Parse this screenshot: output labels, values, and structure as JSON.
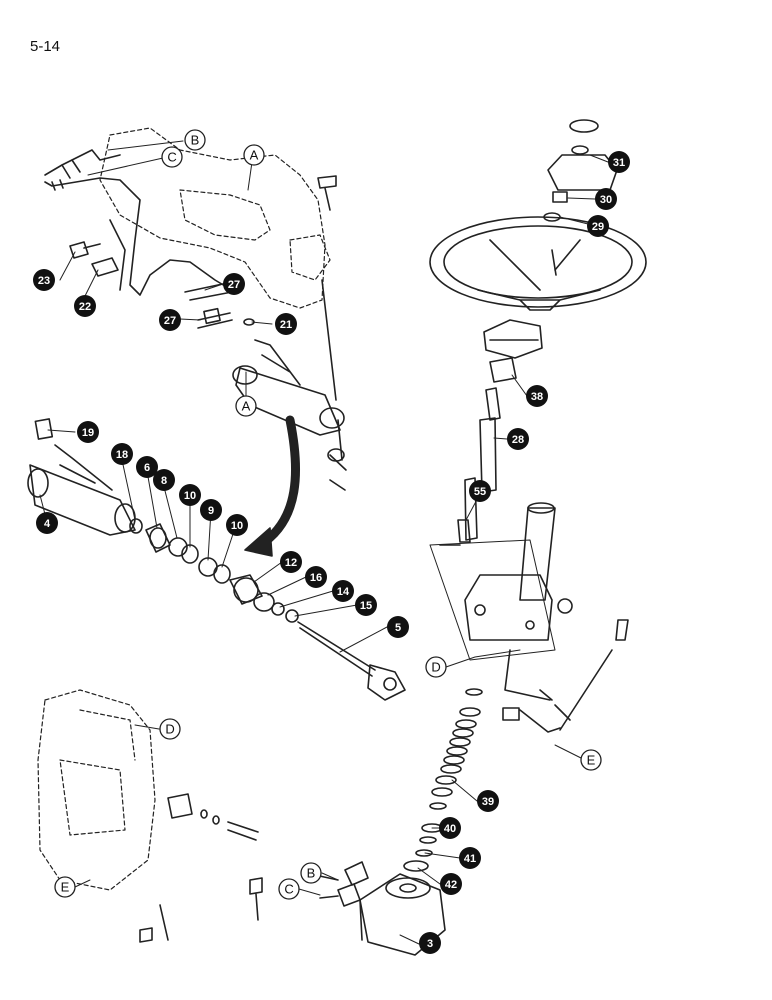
{
  "page_number": "5-14",
  "callouts": [
    {
      "id": "B-1",
      "label": "B",
      "style": "letter"
    },
    {
      "id": "C-1",
      "label": "C",
      "style": "letter"
    },
    {
      "id": "A-1",
      "label": "A",
      "style": "letter"
    },
    {
      "id": "23",
      "label": "23",
      "style": "number"
    },
    {
      "id": "22",
      "label": "22",
      "style": "number"
    },
    {
      "id": "27-a",
      "label": "27",
      "style": "number"
    },
    {
      "id": "27-b",
      "label": "27",
      "style": "number"
    },
    {
      "id": "21",
      "label": "21",
      "style": "number"
    },
    {
      "id": "A-2",
      "label": "A",
      "style": "letter"
    },
    {
      "id": "19",
      "label": "19",
      "style": "number"
    },
    {
      "id": "4",
      "label": "4",
      "style": "number"
    },
    {
      "id": "18",
      "label": "18",
      "style": "number"
    },
    {
      "id": "6",
      "label": "6",
      "style": "number"
    },
    {
      "id": "8",
      "label": "8",
      "style": "number"
    },
    {
      "id": "10-a",
      "label": "10",
      "style": "number"
    },
    {
      "id": "9",
      "label": "9",
      "style": "number"
    },
    {
      "id": "10-b",
      "label": "10",
      "style": "number"
    },
    {
      "id": "12",
      "label": "12",
      "style": "number"
    },
    {
      "id": "16",
      "label": "16",
      "style": "number"
    },
    {
      "id": "14",
      "label": "14",
      "style": "number"
    },
    {
      "id": "15",
      "label": "15",
      "style": "number"
    },
    {
      "id": "5",
      "label": "5",
      "style": "number"
    },
    {
      "id": "31",
      "label": "31",
      "style": "number"
    },
    {
      "id": "30",
      "label": "30",
      "style": "number"
    },
    {
      "id": "29",
      "label": "29",
      "style": "number"
    },
    {
      "id": "38",
      "label": "38",
      "style": "number"
    },
    {
      "id": "28",
      "label": "28",
      "style": "number"
    },
    {
      "id": "55",
      "label": "55",
      "style": "number"
    },
    {
      "id": "D-1",
      "label": "D",
      "style": "letter"
    },
    {
      "id": "E-1",
      "label": "E",
      "style": "letter"
    },
    {
      "id": "39",
      "label": "39",
      "style": "number"
    },
    {
      "id": "40",
      "label": "40",
      "style": "number"
    },
    {
      "id": "41",
      "label": "41",
      "style": "number"
    },
    {
      "id": "42",
      "label": "42",
      "style": "number"
    },
    {
      "id": "3",
      "label": "3",
      "style": "number"
    },
    {
      "id": "B-2",
      "label": "B",
      "style": "letter"
    },
    {
      "id": "C-2",
      "label": "C",
      "style": "letter"
    },
    {
      "id": "D-2",
      "label": "D",
      "style": "letter"
    },
    {
      "id": "E-2",
      "label": "E",
      "style": "letter"
    }
  ]
}
